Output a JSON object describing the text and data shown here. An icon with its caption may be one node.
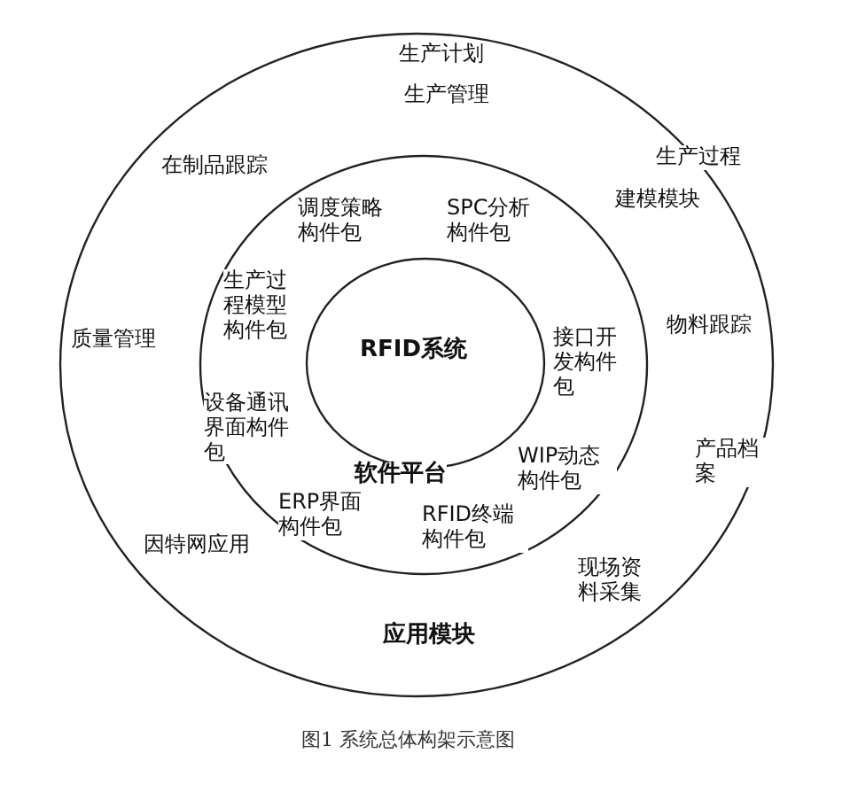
{
  "diagram": {
    "caption": "图1  系统总体构架示意图",
    "nodes": [
      {
        "text": [
          "生产计划",
          "生产管理",
          "生产过程",
          "在制品跟踪",
          "建模模块",
          "物料跟踪",
          "质量管理",
          "产品档案",
          "因特网应用",
          "现场资料采集",
          "应用模块"
        ]
      },
      {
        "text": [
          "调度策略构件包",
          "SPC分析构件包",
          "生产过程模型构件包",
          "接口开发构件包",
          "设备通讯界面构件包",
          "软件平台",
          "WIP动态构件包",
          "ERP界面构件包",
          "RFID终端构件包"
        ],
        "in": 0
      },
      {
        "text": [
          "RFID系统"
        ],
        "in": 1
      }
    ]
  }
}
